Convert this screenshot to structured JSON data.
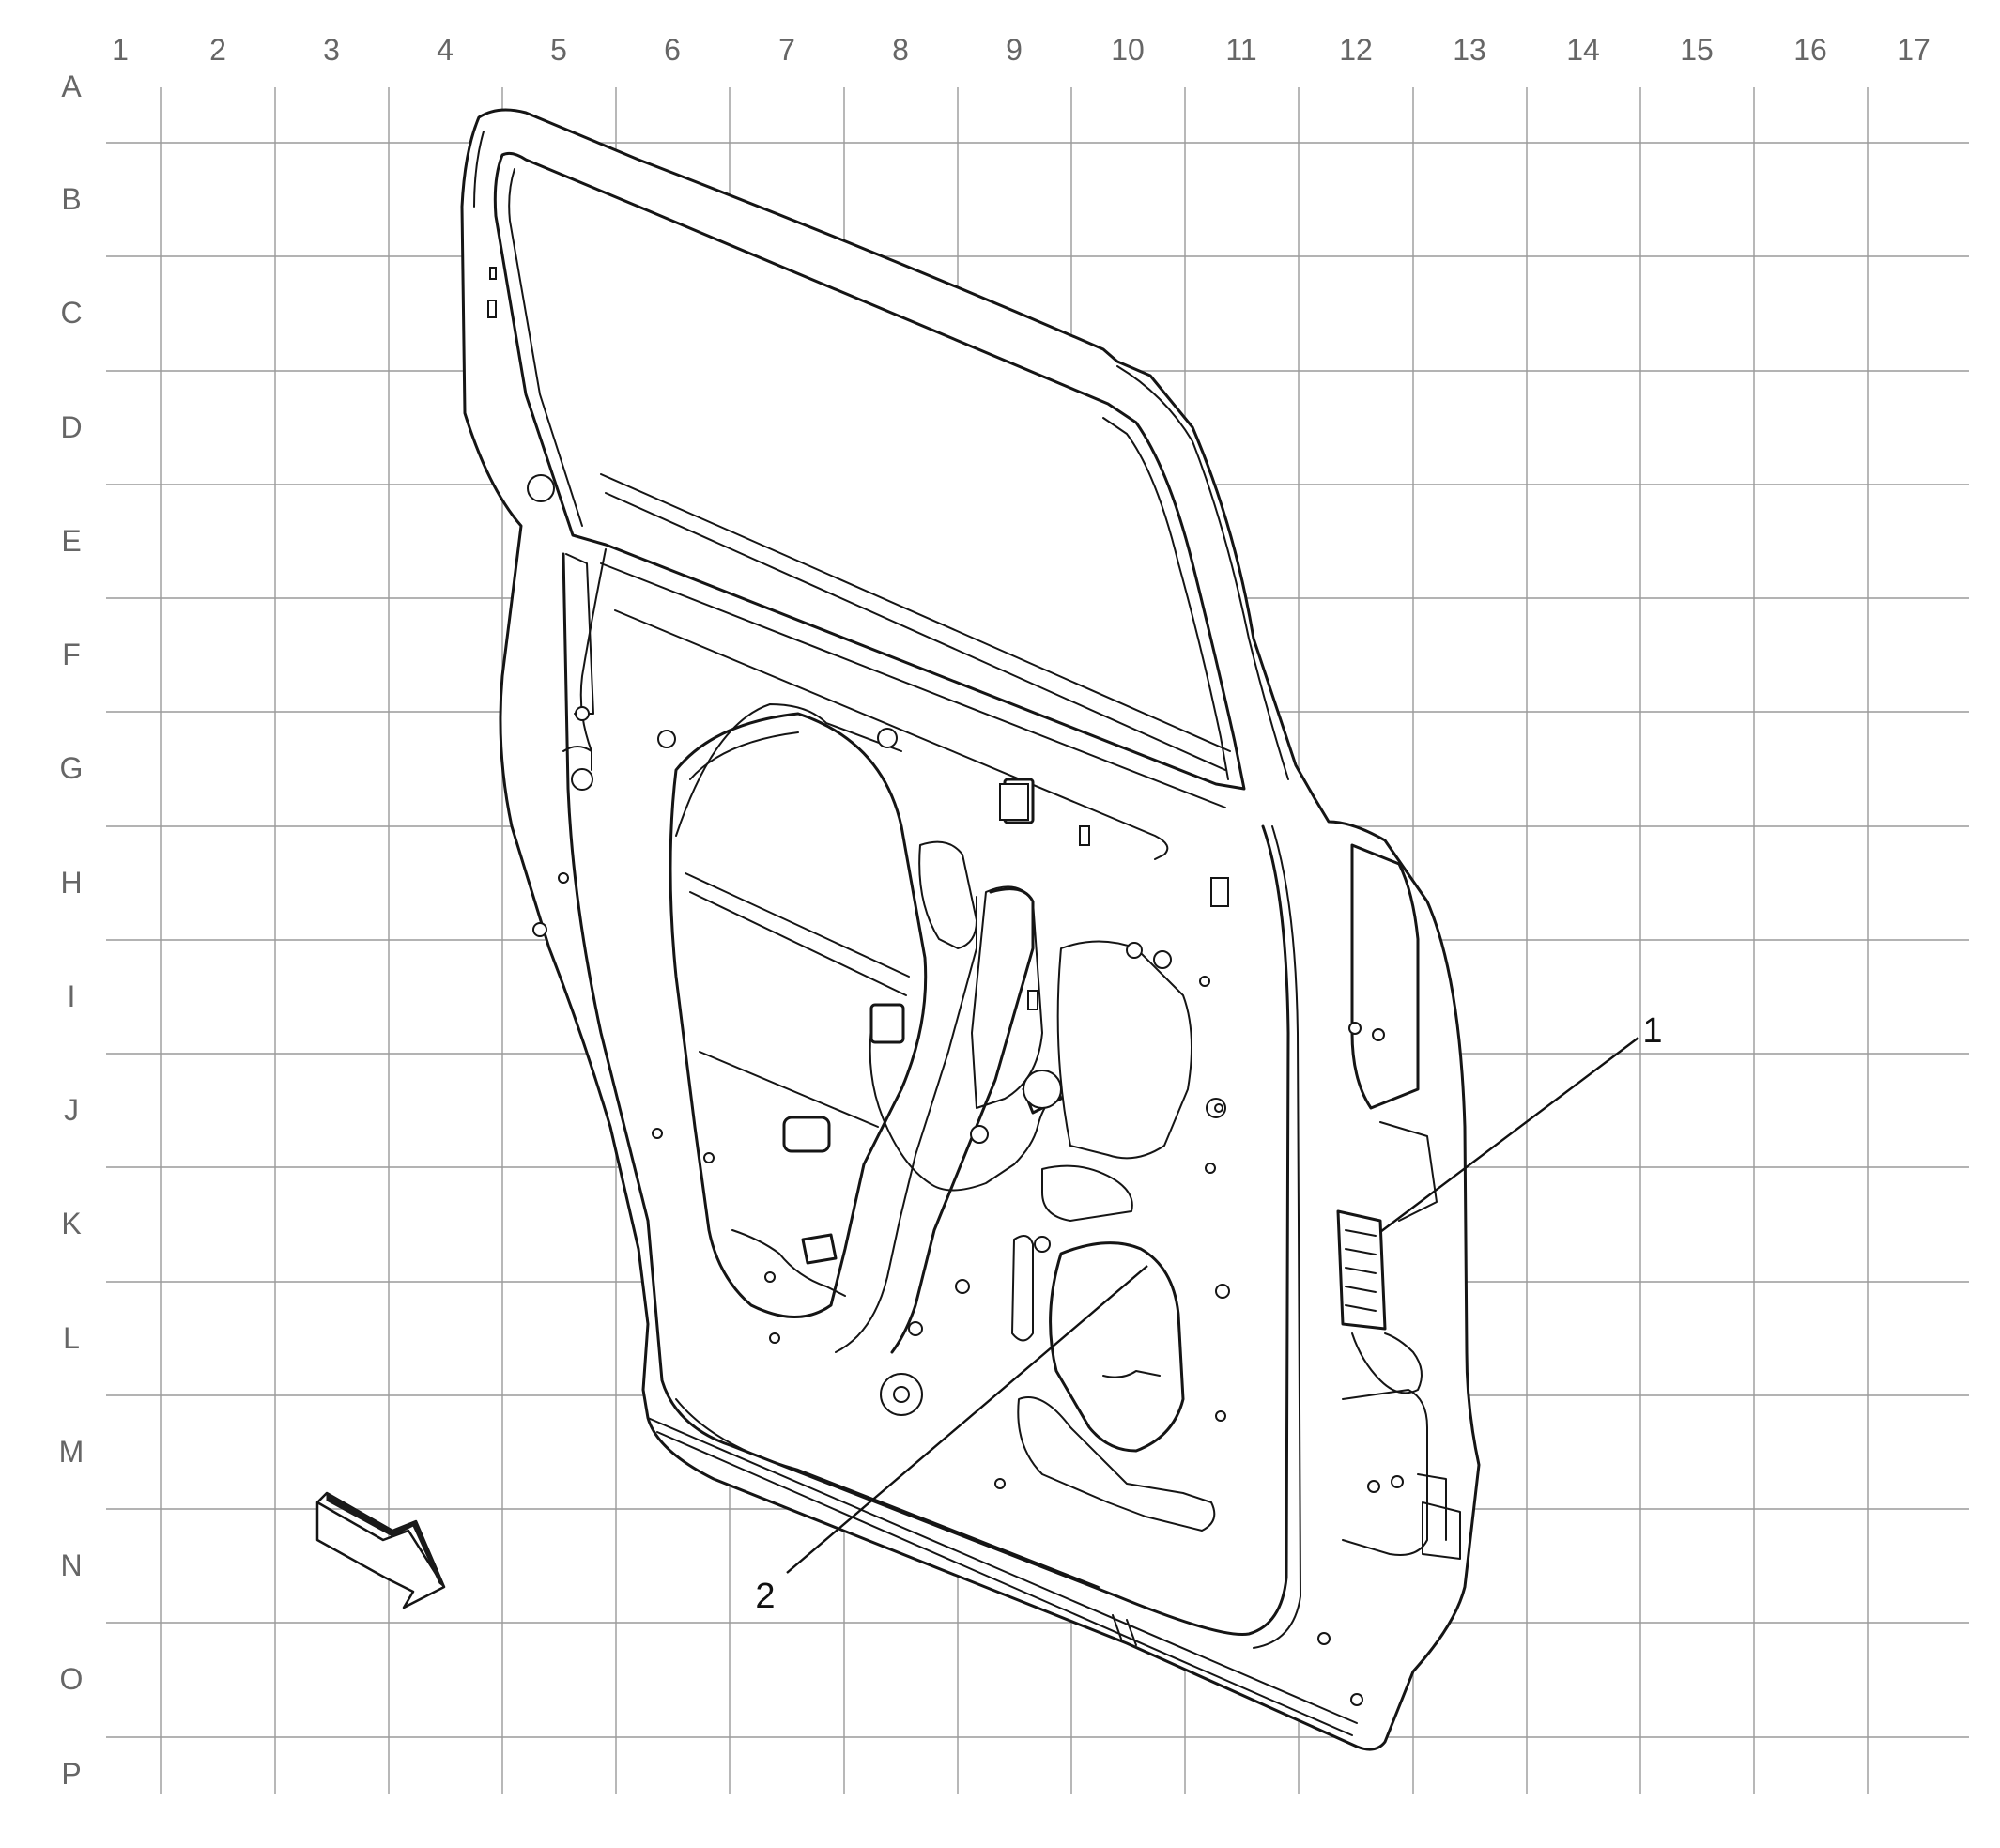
{
  "grid": {
    "columns": [
      "1",
      "2",
      "3",
      "4",
      "5",
      "6",
      "7",
      "8",
      "9",
      "10",
      "11",
      "12",
      "13",
      "14",
      "15",
      "16",
      "17"
    ],
    "rows": [
      "A",
      "B",
      "C",
      "D",
      "E",
      "F",
      "G",
      "H",
      "I",
      "J",
      "K",
      "L",
      "M",
      "N",
      "O",
      "P"
    ]
  },
  "callouts": [
    {
      "number": "1"
    },
    {
      "number": "2"
    }
  ],
  "orientation_arrow": {
    "icon": "view-direction-arrow-icon"
  }
}
